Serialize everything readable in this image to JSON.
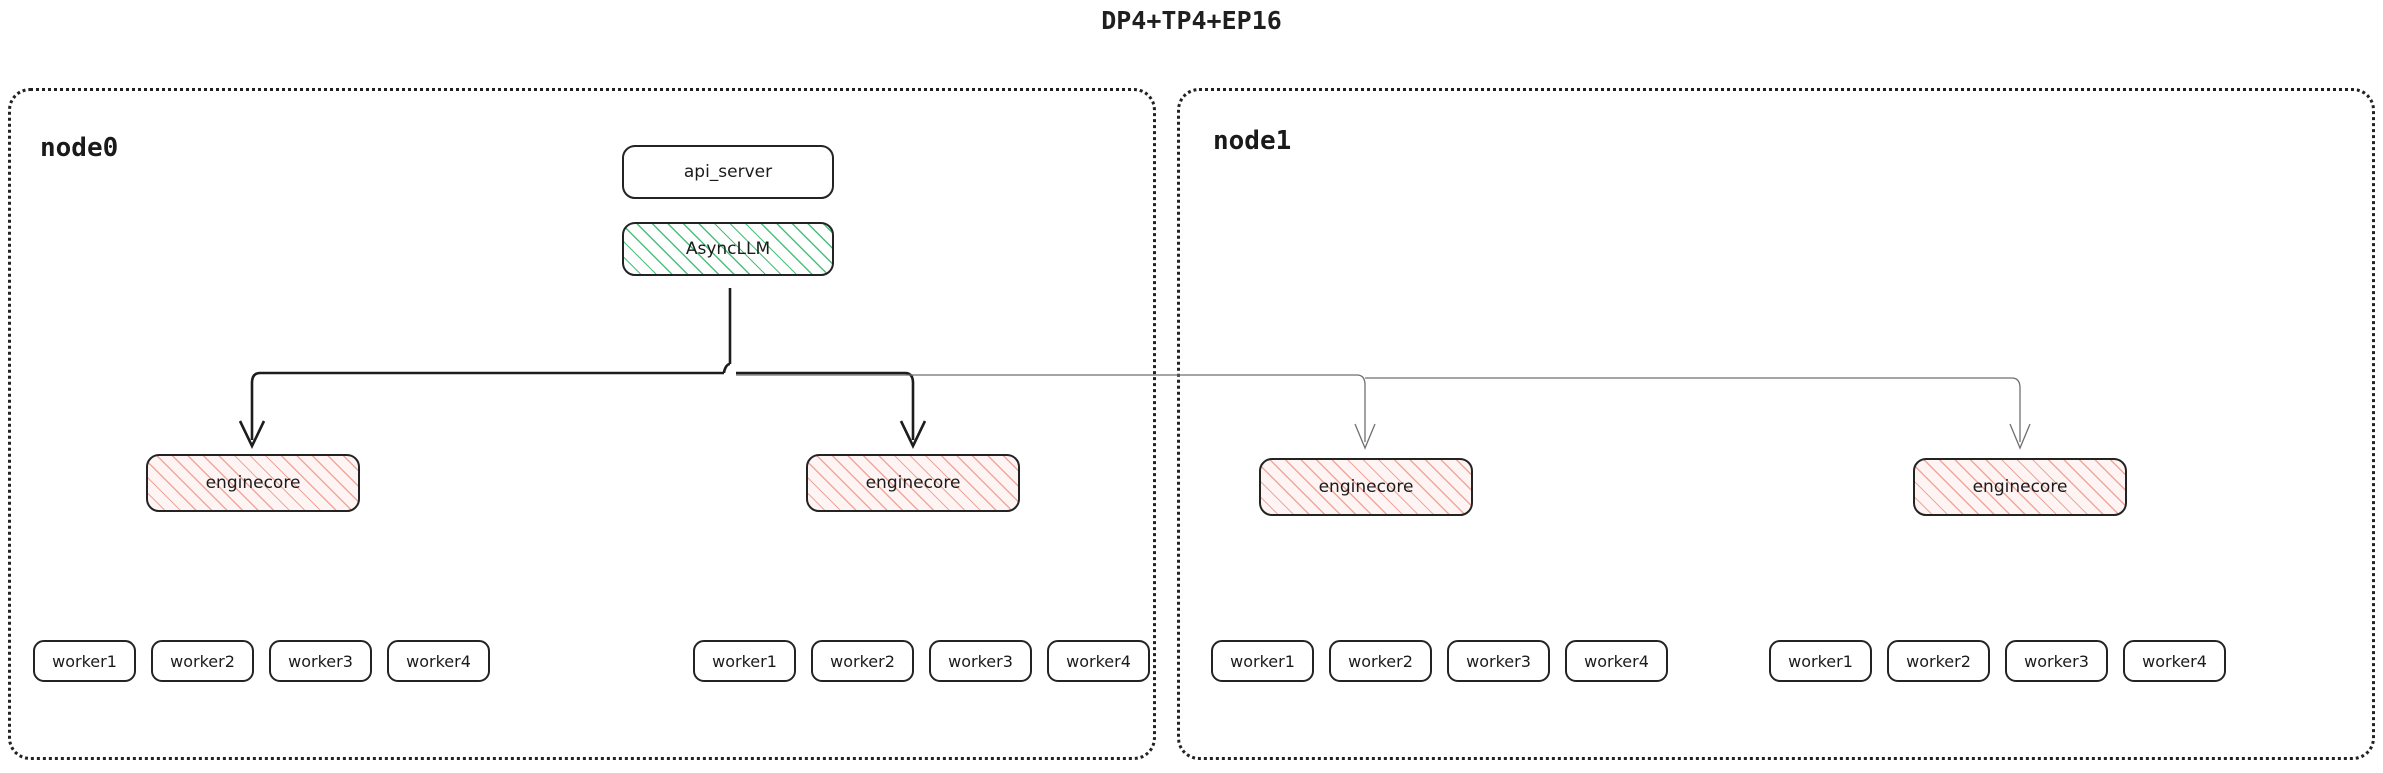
{
  "title": "DP4+TP4+EP16",
  "colors": {
    "hatch_green": "#4cbf7a",
    "hatch_red": "#f0a79c",
    "border": "#232323",
    "link_strong": "#1d1d1d",
    "link_weak": "#6f6f6f"
  },
  "nodes": [
    {
      "id": "node0",
      "label": "node0"
    },
    {
      "id": "node1",
      "label": "node1"
    }
  ],
  "top_boxes": {
    "api_server": "api_server",
    "async_llm": "AsyncLLM"
  },
  "enginecores": [
    {
      "id": "ec0",
      "label": "enginecore",
      "node": "node0"
    },
    {
      "id": "ec1",
      "label": "enginecore",
      "node": "node0"
    },
    {
      "id": "ec2",
      "label": "enginecore",
      "node": "node1"
    },
    {
      "id": "ec3",
      "label": "enginecore",
      "node": "node1"
    }
  ],
  "worker_groups": [
    {
      "id": "wg0",
      "node": "node0",
      "workers": [
        "worker1",
        "worker2",
        "worker3",
        "worker4"
      ]
    },
    {
      "id": "wg1",
      "node": "node0",
      "workers": [
        "worker1",
        "worker2",
        "worker3",
        "worker4"
      ]
    },
    {
      "id": "wg2",
      "node": "node1",
      "workers": [
        "worker1",
        "worker2",
        "worker3",
        "worker4"
      ]
    },
    {
      "id": "wg3",
      "node": "node1",
      "workers": [
        "worker1",
        "worker2",
        "worker3",
        "worker4"
      ]
    }
  ]
}
